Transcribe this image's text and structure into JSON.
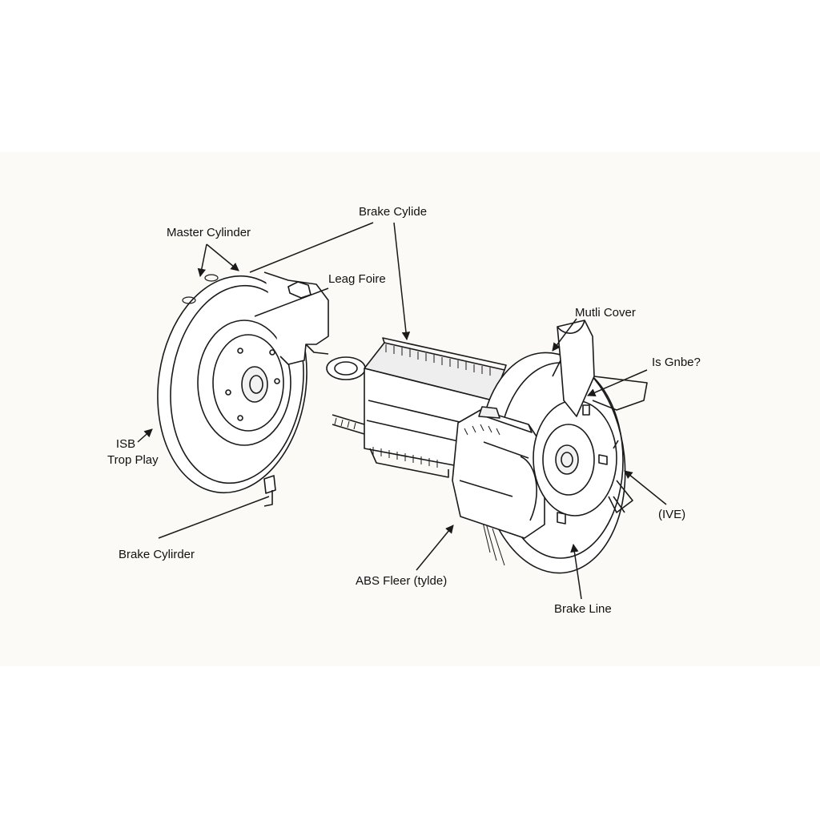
{
  "labels": {
    "master_cylinder": "Master Cylinder",
    "brake_cylide": "Brake Cylide",
    "leag_foire": "Leag Foire",
    "mutli_cover": "Mutli Cover",
    "is_gnbe": "Is Gnbe?",
    "isb": "ISB",
    "trop_play": "Trop Play",
    "ive": "(IVE)",
    "brake_cylirder": "Brake Cylirder",
    "abs_fleer": "ABS Fleer (tylde)",
    "brake_line": "Brake Line"
  },
  "colors": {
    "background": "#ffffff",
    "panel": "#fbfaf6",
    "line": "#1a1a1a",
    "shade": "#e6e6e6"
  }
}
